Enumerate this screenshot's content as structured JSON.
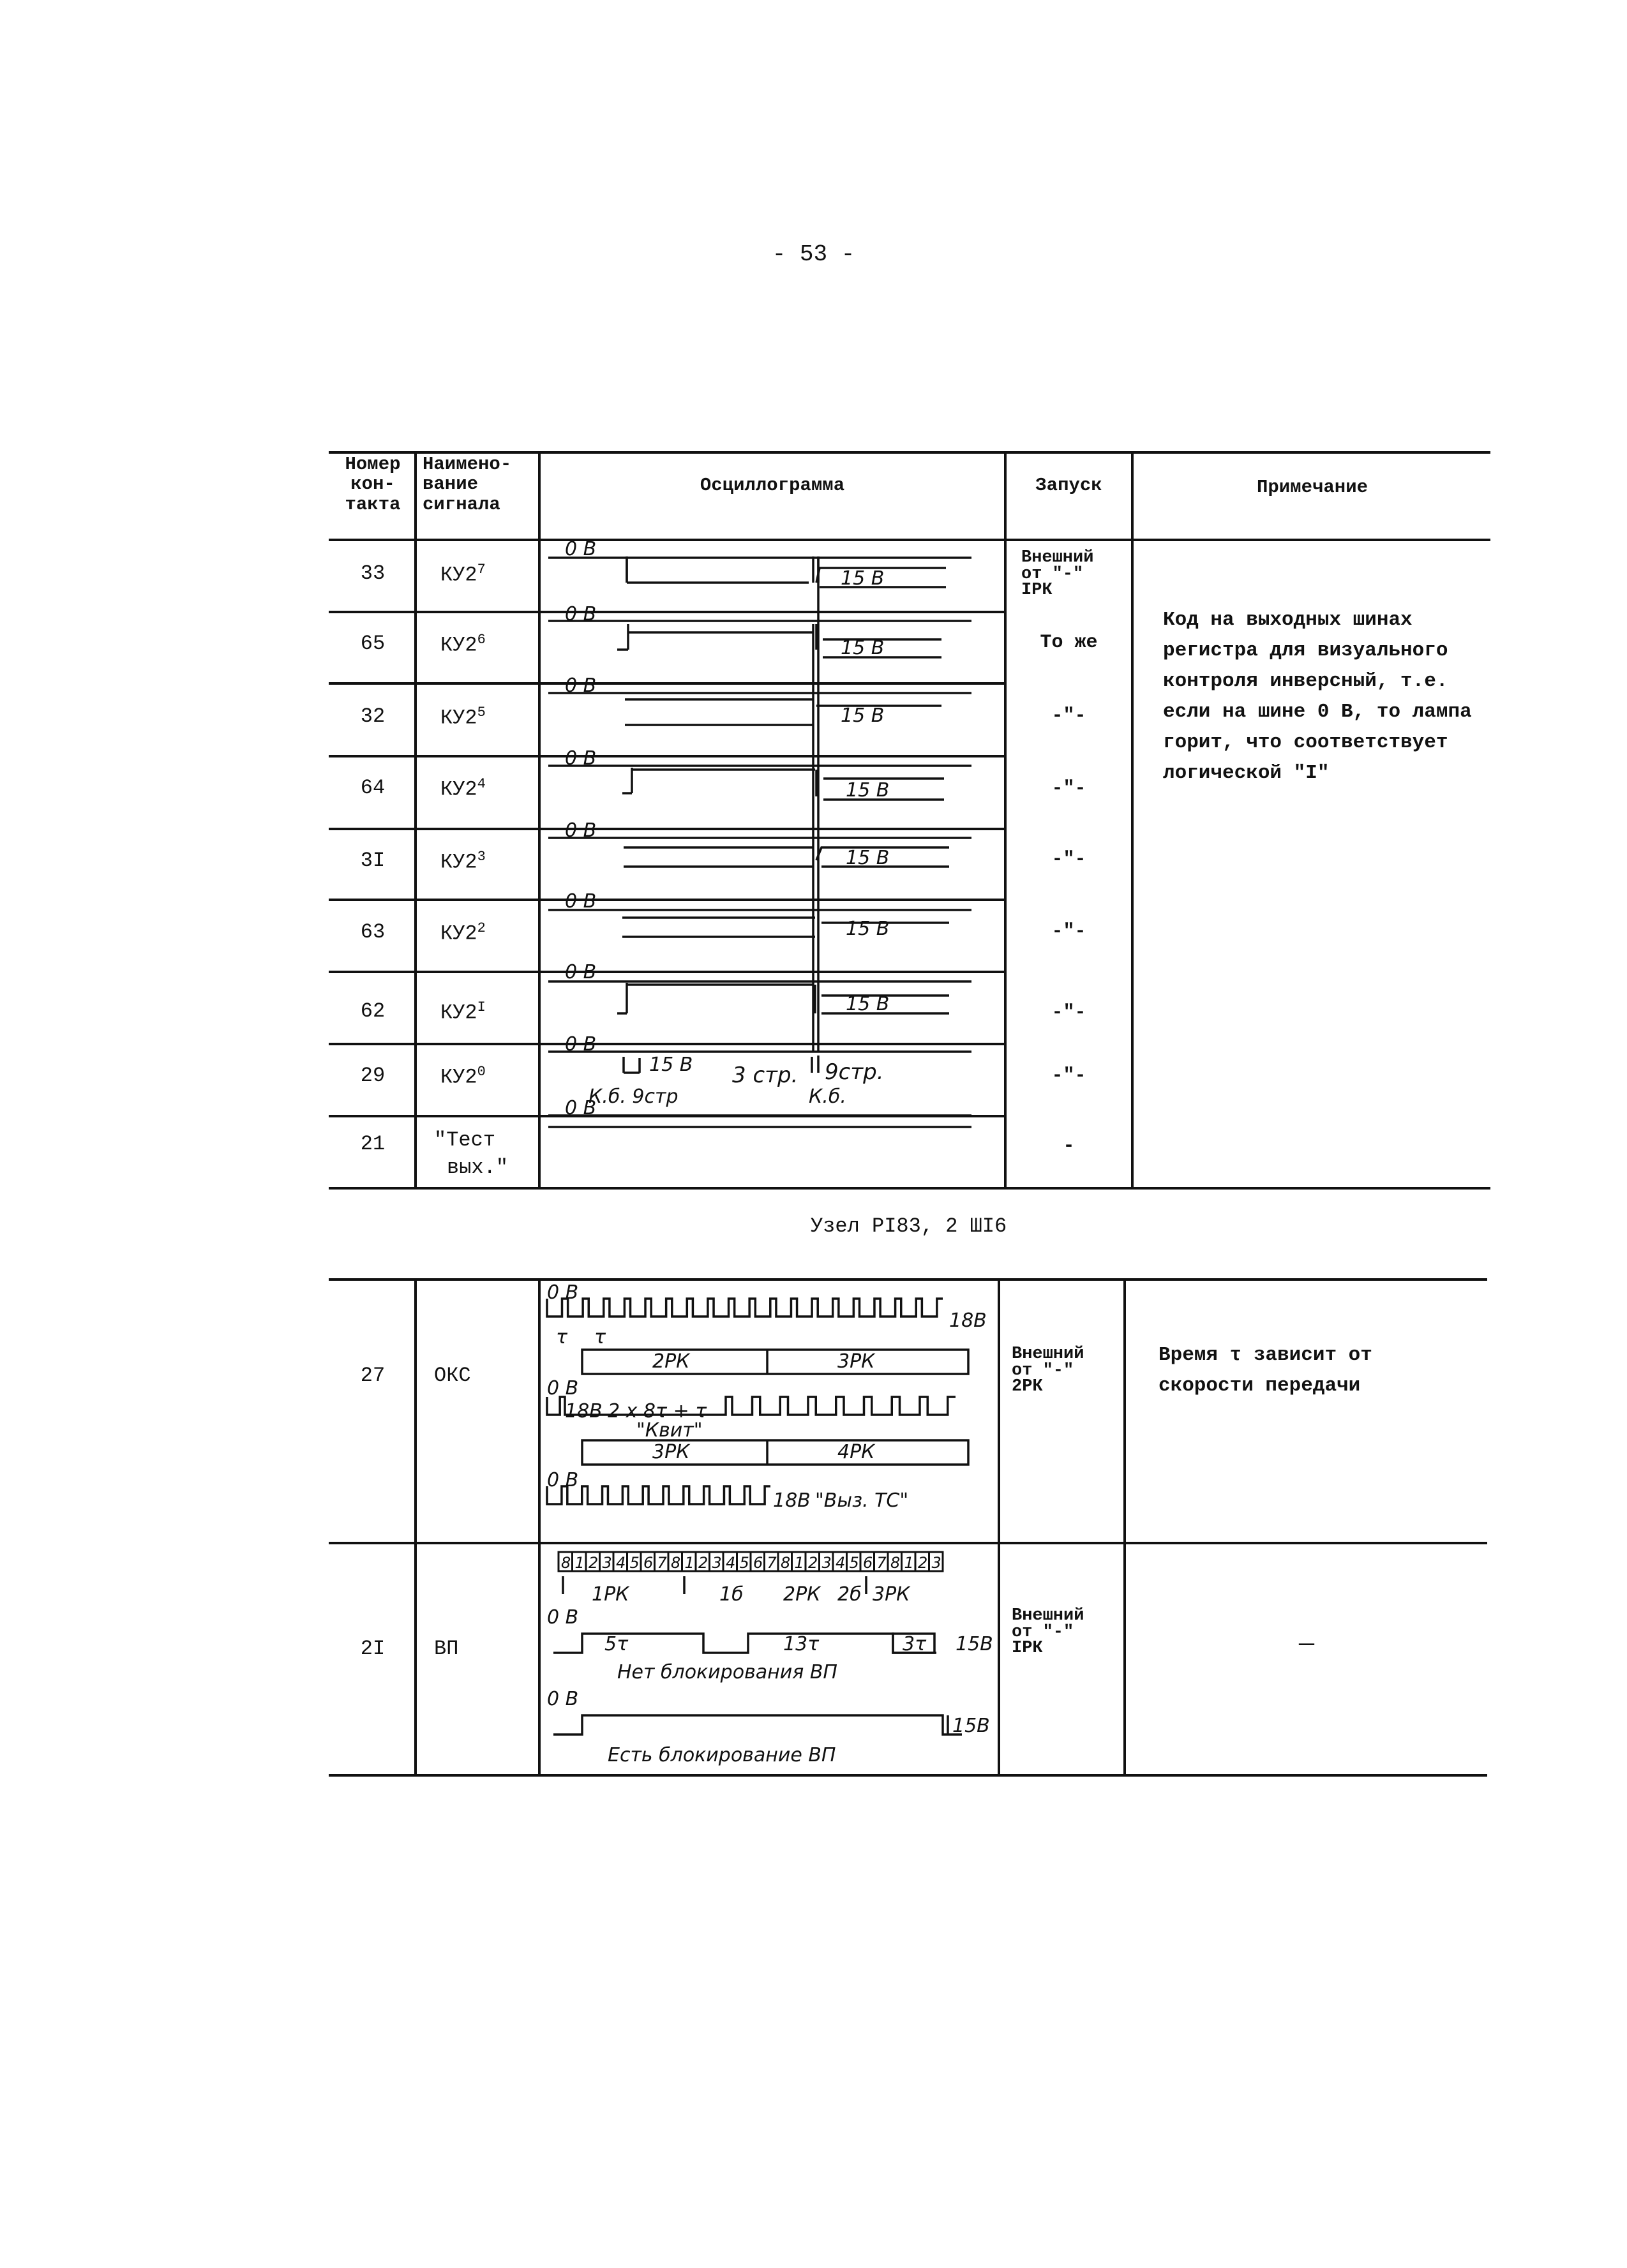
{
  "page_number": "- 53 -",
  "table1": {
    "headers": {
      "contact_no": [
        "Номер",
        "кон-",
        "такта"
      ],
      "signal_name": [
        "Наимено-",
        "вание",
        "сигнала"
      ],
      "oscillogram": "Осциллограмма",
      "launch": "Запуск",
      "note": "Примечание"
    },
    "rows": [
      {
        "no": "33",
        "name": "КУ2",
        "sup": "7",
        "launch": [
          "Внешний",
          "от \"-\"",
          "IРК"
        ]
      },
      {
        "no": "65",
        "name": "КУ2",
        "sup": "6",
        "launch": [
          "То же"
        ]
      },
      {
        "no": "32",
        "name": "КУ2",
        "sup": "5",
        "launch": [
          "-\"-"
        ]
      },
      {
        "no": "64",
        "name": "КУ2",
        "sup": "4",
        "launch": [
          "-\"-"
        ]
      },
      {
        "no": "3I",
        "name": "КУ2",
        "sup": "3",
        "launch": [
          "-\"-"
        ]
      },
      {
        "no": "63",
        "name": "КУ2",
        "sup": "2",
        "launch": [
          "-\"-"
        ]
      },
      {
        "no": "62",
        "name": "КУ2",
        "sup": "I",
        "launch": [
          "-\"-"
        ]
      },
      {
        "no": "29",
        "name": "КУ2",
        "sup": "0",
        "launch": [
          "-\"-"
        ]
      },
      {
        "no": "21",
        "name": "\"Тест",
        "name2": "вых.\"",
        "launch": [
          "-"
        ]
      }
    ],
    "note": [
      "Код на выходных шинах",
      "регистра для визуального",
      "контроля инверсный, т.е.",
      "если на шине 0 В, то лампа",
      "горит, что соответствует",
      "логической \"I\""
    ],
    "osc": {
      "zero_label": "0 В",
      "level_label": "15 В",
      "k6_label": "К.б. 9стр",
      "p3_label": "3 стр.",
      "p9_label": "9стр.",
      "kb_label": "К.б."
    }
  },
  "unit_title": "Узел PI83, 2 ШI6",
  "table2": {
    "rows": [
      {
        "no": "27",
        "name": "ОКС",
        "launch": [
          "Внешний",
          "от \"-\"",
          "2РК"
        ],
        "note": [
          "Время τ зависит от",
          "скорости передачи"
        ],
        "osc": {
          "zero": "0 В",
          "tau": "τ",
          "v18": "18В",
          "pk2": "2РК",
          "pk3": "3РК",
          "pk4": "4РК",
          "formula": "2 х 8τ + τ",
          "kvit": "\"Квит\"",
          "vyz": "\"Выз. ТС\""
        }
      },
      {
        "no": "2I",
        "name": "ВП",
        "launch": [
          "Внешний",
          "от \"-\"",
          "IРК"
        ],
        "note": [
          "—"
        ],
        "osc": {
          "digits": [
            "8",
            "1",
            "2",
            "3",
            "4",
            "5",
            "6",
            "7",
            "8",
            "1",
            "2",
            "3",
            "4",
            "5",
            "6",
            "7",
            "8",
            "1",
            "2",
            "3",
            "4",
            "5",
            "6",
            "7",
            "8",
            "1",
            "2",
            "3"
          ],
          "pk1": "1РК",
          "b1": "1б",
          "pk2": "2РК",
          "b2": "2б",
          "pk3": "3РК",
          "zero": "0 В",
          "t5": "5τ",
          "t13": "13τ",
          "t3": "3τ",
          "v15": "15В",
          "no_block": "Нет блокирования ВП",
          "has_block": "Есть блокирование ВП"
        }
      }
    ]
  }
}
